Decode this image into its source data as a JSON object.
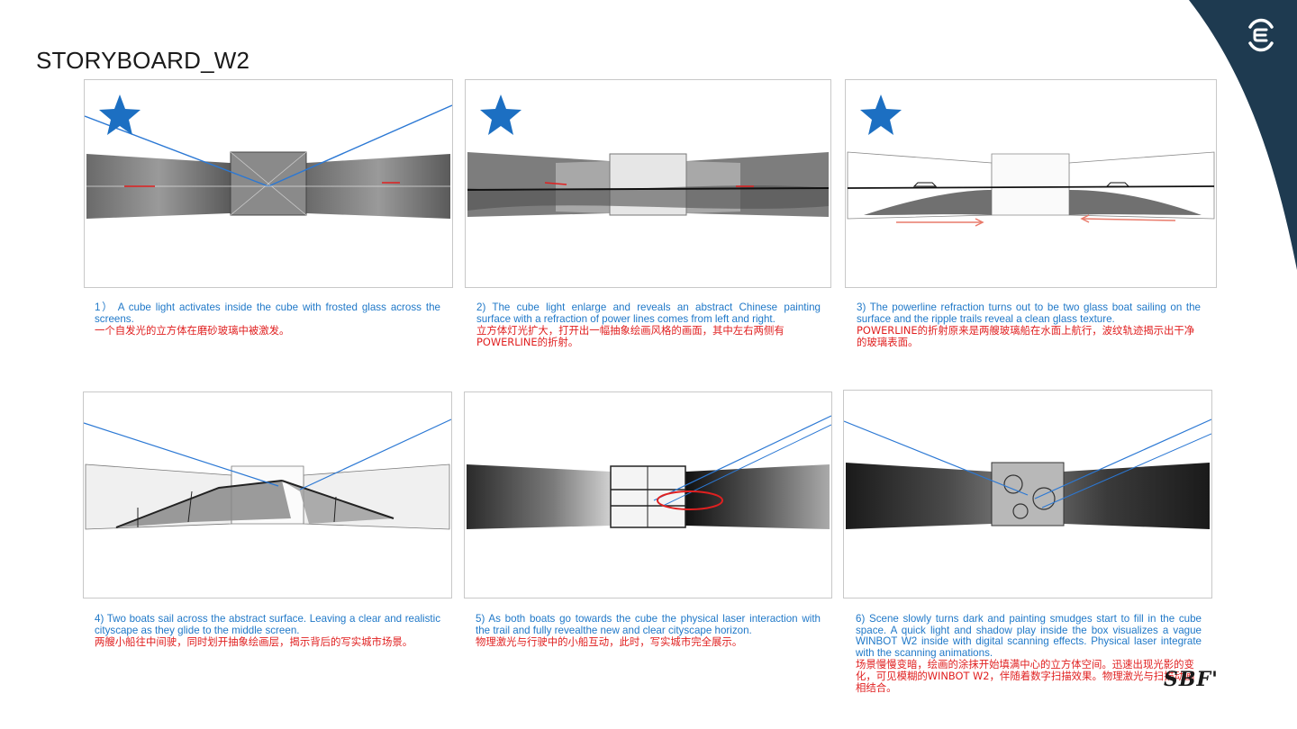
{
  "page": {
    "title": "STORYBOARD_W2",
    "watermark": "SBF'"
  },
  "colors": {
    "accent_blue": "#1f78c8",
    "note_red": "#e02020",
    "corner_dark": "#1e3a50",
    "star": "#1c6fc2"
  },
  "icons": {
    "logo": "brand-logo-icon",
    "star": "star-icon"
  },
  "frames": [
    {
      "caption_en": "1） A cube light activates inside the cube with frosted glass across the screens.",
      "caption_zh": "一个自发光的立方体在磨砂玻璃中被激发。",
      "starred": true
    },
    {
      "caption_en": "2) The cube light enlarge and reveals an abstract Chinese painting surface with a refraction of power lines comes from left and right.",
      "caption_zh": "立方体灯光扩大，打开出一幅抽象绘画风格的画面，其中左右两侧有POWERLINE的折射。",
      "starred": true
    },
    {
      "caption_en": "3) The powerline refraction turns out to be two glass boat sailing on the surface and the ripple trails reveal a clean glass texture.",
      "caption_zh": "POWERLINE的折射原来是两艘玻璃船在水面上航行，波纹轨迹揭示出干净的玻璃表面。",
      "starred": true
    },
    {
      "caption_en": "4) Two boats sail across the abstract surface. Leaving a clear and realistic cityscape as they glide to the middle screen.",
      "caption_zh": "两艘小船往中间驶，同时划开抽象绘画层，揭示背后的写实城市场景。",
      "starred": false
    },
    {
      "caption_en": "5) As both boats go towards the cube the physical laser interaction with the trail and fully revealthe new and clear cityscape horizon.",
      "caption_zh": "物理激光与行驶中的小船互动，此时，写实城市完全展示。",
      "starred": false
    },
    {
      "caption_en": "6) Scene slowly turns dark and painting smudges start to fill in the cube space. A quick light and shadow play inside the box visualizes a vague WINBOT W2 inside with digital scanning effects. Physical laser integrate with the scanning animations.",
      "caption_zh": "场景慢慢变暗，绘画的涂抹开始填满中心的立方体空间。迅速出现光影的变化，可见模糊的WINBOT W2，伴随着数字扫描效果。物理激光与扫描动画相结合。",
      "starred": false
    }
  ]
}
